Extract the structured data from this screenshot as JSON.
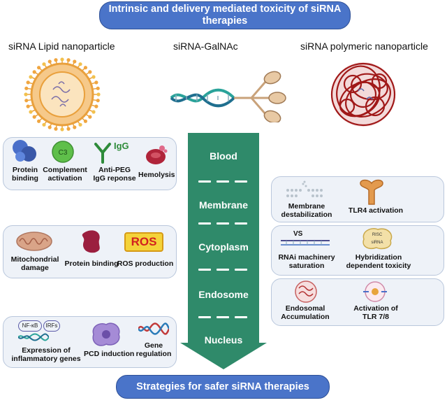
{
  "title": "Intrinsic and delivery mediated toxicity of siRNA therapies",
  "footer": "Strategies for safer siRNA therapies",
  "columns": {
    "lipid": "siRNA Lipid nanoparticle",
    "galnac": "siRNA-GalNAc",
    "polymeric": "siRNA polymeric nanoparticle"
  },
  "pathway": [
    "Blood",
    "Membrane",
    "Cytoplasm",
    "Endosome",
    "Nucleus"
  ],
  "left_panels": {
    "blood": {
      "protein_binding": "Protein\nbinding",
      "complement": "Complement\nactivation",
      "complement_tag": "C3",
      "igg_tag": "IgG",
      "anti_peg": "Anti-PEG\nIgG reponse",
      "hemolysis": "Hemolysis"
    },
    "cytoplasm": {
      "mito": "Mitochondrial\ndamage",
      "protein_binding": "Protein binding",
      "ros_tag": "ROS",
      "ros": "ROS production"
    },
    "nucleus": {
      "nfkb_tag": "NF-κB",
      "irfs_tag": "IRFs",
      "inflam": "Expression of\ninflammatory genes",
      "pcd": "PCD induction",
      "gene": "Gene\nregulation"
    }
  },
  "right_panels": {
    "membrane": {
      "destab": "Membrane\ndestabilization",
      "tlr4": "TLR4 activation"
    },
    "cytoplasm": {
      "vs_tag": "VS",
      "risc_tag": "RISC",
      "sirna_tag": "siRNA",
      "rnai": "RNAi machinery\nsaturation",
      "hybrid": "Hybridization\ndependent toxicity"
    },
    "endosome": {
      "accum": "Endosomal\nAccumulation",
      "tlr78": "Activation of\nTLR 7/8"
    }
  },
  "colors": {
    "banner": "#4a74c9",
    "arrow": "#2f8a6a",
    "panel_bg": "#eef2f8",
    "panel_border": "#b9c7dc",
    "lnp_orange": "#f0a640",
    "polymer_red": "#a01818",
    "dna_teal": "#2aa39a"
  },
  "icons": [
    "lipid-nanoparticle-icon",
    "galnac-conjugate-icon",
    "polymeric-nanoparticle-icon",
    "protein-icon",
    "complement-c3-icon",
    "antibody-icon",
    "red-blood-cell-icon",
    "mitochondria-icon",
    "protein-blob-icon",
    "ros-badge-icon",
    "membrane-icon",
    "tlr4-receptor-icon",
    "rna-duplex-icon",
    "risc-complex-icon",
    "endosome-icon",
    "tlr78-endosome-icon",
    "dna-icon",
    "apoptotic-cell-icon",
    "helix-icon"
  ]
}
